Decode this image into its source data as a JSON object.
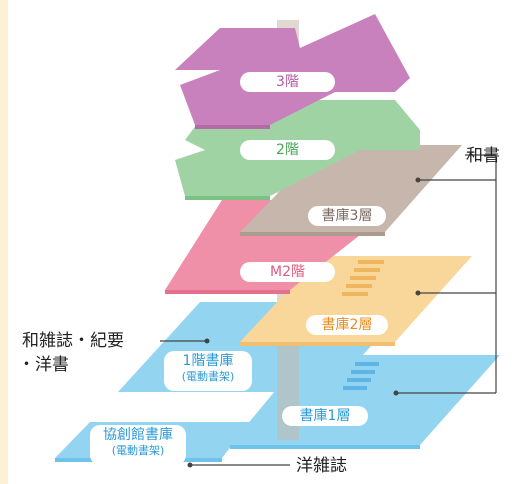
{
  "floors": {
    "f3": {
      "label": "3階",
      "color": "#c981bd",
      "text_color": "#b45aa6"
    },
    "f2": {
      "label": "2階",
      "color": "#9fd3a4",
      "text_color": "#42a852"
    },
    "stack3": {
      "label": "書庫3層",
      "color": "#c6b6ac",
      "text_color": "#7a6a61"
    },
    "m2": {
      "label": "M2階",
      "color": "#ef8fa8",
      "text_color": "#e35a7f"
    },
    "stack2": {
      "label": "書庫2層",
      "color": "#f9d79a",
      "text_color": "#e68c1f"
    },
    "f1": {
      "label": "1階書庫",
      "sub": "(電動書架)",
      "color": "#93d5f0",
      "text_color": "#2a9ad6"
    },
    "stack1": {
      "label": "書庫1層",
      "color": "#93d5f0",
      "text_color": "#2a9ad6"
    },
    "kyoso": {
      "label": "協創館書庫",
      "sub": "(電動書架)",
      "color": "#93d5f0",
      "text_color": "#2a9ad6"
    }
  },
  "callouts": {
    "washo": "和書",
    "wazasshi_line1": "和雑誌・紀要",
    "wazasshi_line2": "・洋書",
    "yozasshi": "洋雑誌"
  },
  "colors": {
    "shaft": "#d6c8be",
    "stairs": "#f0b65e",
    "stairs_low": "#5eb6e6",
    "leader": "#444444"
  }
}
